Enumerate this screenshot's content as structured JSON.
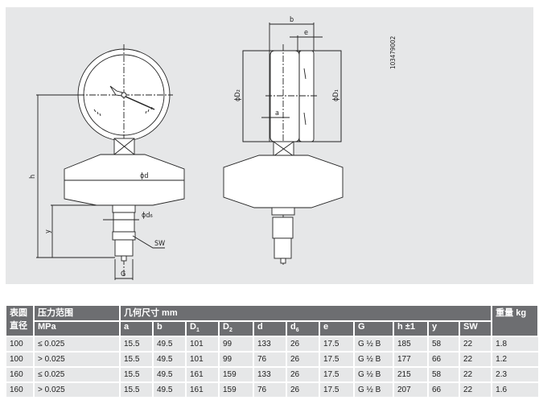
{
  "drawing": {
    "doc_number": "103479002",
    "labels": {
      "b": "b",
      "e": "e",
      "D2": "ϕD₂",
      "D1": "ϕD₁",
      "a": "a",
      "h": "h",
      "d": "ϕd",
      "y": "y",
      "d6": "ϕd₆",
      "SW": "SW",
      "G": "G"
    }
  },
  "table": {
    "h_dial": "表圆直径",
    "h_range": "压力范围",
    "h_unit_mpa": "MPa",
    "h_dims": "几何尺寸 mm",
    "h_weight": "重量 kg",
    "cols": [
      "a",
      "b",
      "D",
      "D",
      "d",
      "d",
      "e",
      "G",
      "h ±1",
      "y",
      "SW"
    ],
    "col_subs": [
      "",
      "",
      "1",
      "2",
      "",
      "6",
      "",
      "",
      "",
      "",
      ""
    ],
    "rows": [
      [
        "100",
        "≤ 0.025",
        "15.5",
        "49.5",
        "101",
        "99",
        "133",
        "26",
        "17.5",
        "G ½ B",
        "185",
        "58",
        "22",
        "1.8"
      ],
      [
        "100",
        "> 0.025",
        "15.5",
        "49.5",
        "101",
        "99",
        "76",
        "26",
        "17.5",
        "G ½ B",
        "177",
        "66",
        "22",
        "1.2"
      ],
      [
        "160",
        "≤ 0.025",
        "15.5",
        "49.5",
        "161",
        "159",
        "133",
        "26",
        "17.5",
        "G ½ B",
        "215",
        "58",
        "22",
        "2.3"
      ],
      [
        "160",
        "> 0.025",
        "15.5",
        "49.5",
        "161",
        "159",
        "76",
        "26",
        "17.5",
        "G ½ B",
        "207",
        "66",
        "22",
        "1.6"
      ]
    ]
  }
}
